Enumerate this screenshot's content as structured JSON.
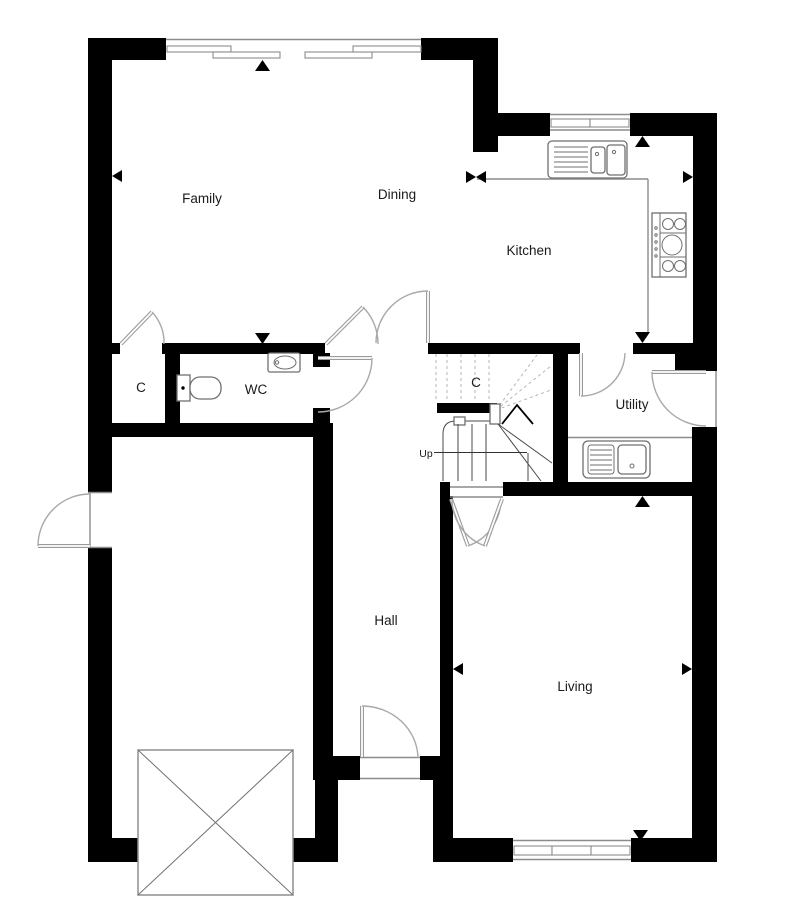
{
  "plan": {
    "type": "floor-plan",
    "labels": {
      "family": "Family",
      "dining": "Dining",
      "kitchen": "Kitchen",
      "closet_left": "C",
      "wc": "WC",
      "closet_understairs": "C",
      "utility": "Utility",
      "up": "Up",
      "hall": "Hall",
      "living": "Living"
    },
    "fixtures": [
      "kitchen-sink-double-drainer",
      "hob-four-burner",
      "utility-sink-drainer",
      "wc-toilet",
      "wc-basin",
      "staircase-up-with-winder",
      "understairs-storage",
      "garage-void-crossed-square"
    ],
    "features": [
      "sliding-patio-doors-top",
      "kitchen-window",
      "living-window-bottom",
      "side-door-left",
      "utility-external-door-right",
      "front-door-porch",
      "double-doors-dining-hall",
      "double-doors-hall-living"
    ],
    "colors": {
      "wall": "#000000",
      "thin_line": "#8c8c8c",
      "door_arc": "#a8a8a8",
      "background": "#ffffff",
      "text": "#1a1a1a"
    }
  }
}
